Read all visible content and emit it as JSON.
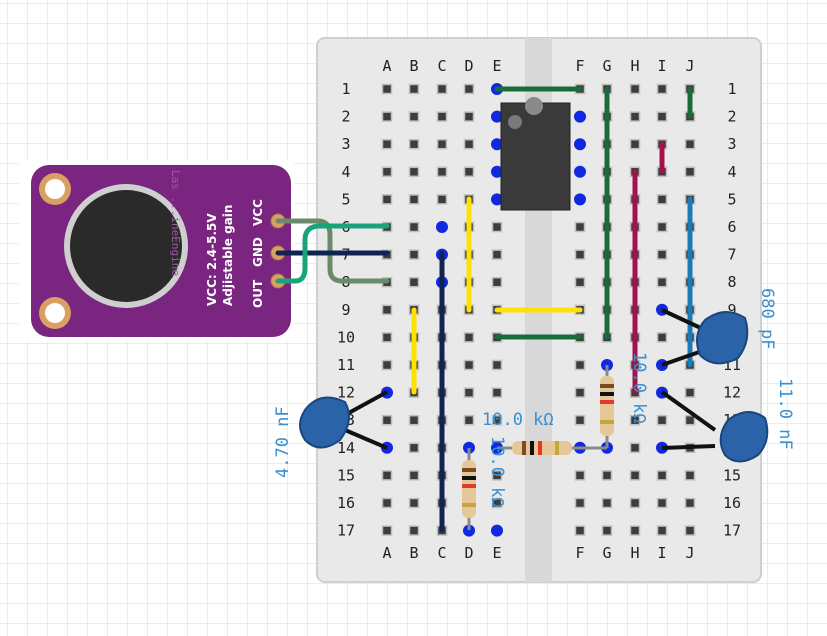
{
  "breadboard": {
    "columns_left": [
      "A",
      "B",
      "C",
      "D",
      "E"
    ],
    "columns_right": [
      "F",
      "G",
      "H",
      "I",
      "J"
    ],
    "rows": [
      "1",
      "2",
      "3",
      "4",
      "5",
      "6",
      "7",
      "8",
      "9",
      "10",
      "11",
      "12",
      "13",
      "14",
      "15",
      "16",
      "17"
    ]
  },
  "module": {
    "silkscreen_line1": "VCC: 2.4-5.5V",
    "silkscreen_line2": "Adjistable gain",
    "pins": [
      "VCC",
      "GND",
      "OUT"
    ],
    "brand": "Las ...ineEngine"
  },
  "components": [
    {
      "id": "r_e14_g14",
      "label": "10.0 kΩ"
    },
    {
      "id": "r_d14_d17",
      "label": "10.0 kΩ"
    },
    {
      "id": "r_g11_g14",
      "label": "10.0 kΩ"
    },
    {
      "id": "c_left",
      "label": "4.70 nF"
    },
    {
      "id": "c_right_top",
      "label": "680 pF"
    },
    {
      "id": "c_right_bottom",
      "label": "11.0 nF"
    }
  ],
  "colors": {
    "grid_bg": "#ffffff",
    "grid_line": "#d9d9d9",
    "board": "#e8e8e8",
    "module": "#7a2580",
    "wire_green": "#1a6b3c",
    "wire_teal": "#19a37a",
    "wire_navy": "#0f2451",
    "wire_gray": "#6b8a6b",
    "wire_yellow": "#ffe100",
    "wire_red": "#a3124a",
    "wire_blue": "#1b7ab8",
    "capacitor": "#2b63a8",
    "label_blue": "#3a8fd0",
    "hole_active": "#1029e0"
  }
}
